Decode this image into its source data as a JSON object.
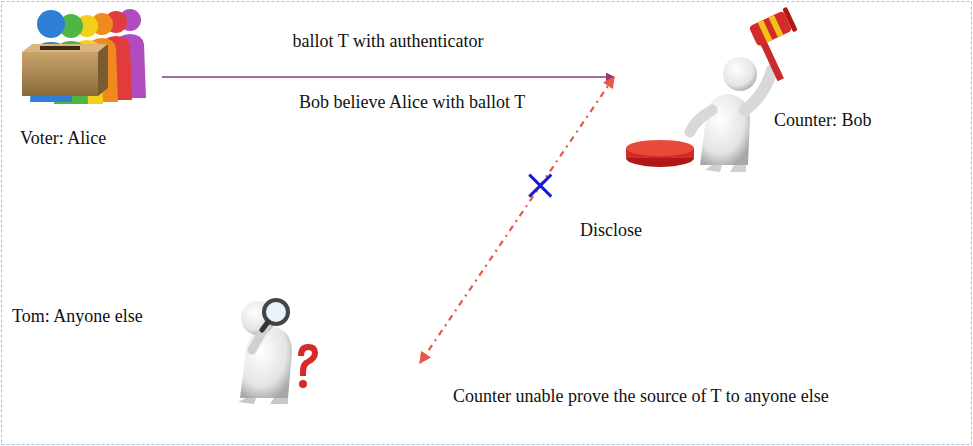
{
  "diagram": {
    "nodes": [
      {
        "text": [
          "Voter: Alice"
        ]
      },
      {
        "text": [
          "Counter: Bob"
        ]
      },
      {
        "text": [
          "Tom: Anyone else"
        ]
      }
    ],
    "edges": [
      {
        "from": 0,
        "to": 1,
        "arrow": "to",
        "label": "ballot T with authenticator"
      },
      {
        "from": 1,
        "to": 2,
        "arrow": "both",
        "label": "Disclose"
      }
    ],
    "labels": [
      "Bob believe Alice with ballot T",
      "Counter unable prove the source of T to anyone else"
    ]
  }
}
